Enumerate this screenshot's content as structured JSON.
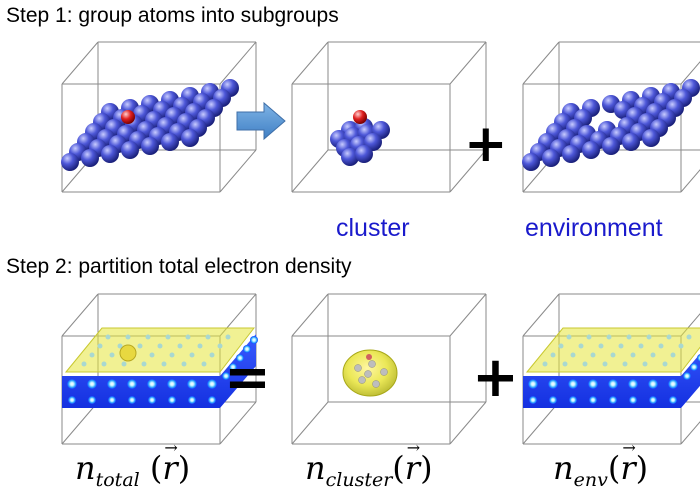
{
  "step1": {
    "title": "Step 1: group atoms into subgroups"
  },
  "step2": {
    "title": "Step 2: partition total electron density"
  },
  "labels": {
    "cluster": "cluster",
    "environment": "environment"
  },
  "operators": {
    "plus": "+",
    "equals": "="
  },
  "equations": {
    "total": {
      "symbol": "n",
      "subscript": "total",
      "argument": "r"
    },
    "cluster": {
      "symbol": "n",
      "subscript": "cluster",
      "argument": "r"
    },
    "env": {
      "symbol": "n",
      "subscript": "env",
      "argument": "r"
    }
  },
  "colors": {
    "atom_blue": "#3a45c8",
    "adsorbate_red": "#d61f1f",
    "arrow_fill": "#5b9bd5",
    "label_blue": "#1a1acc",
    "density_yellow": "#e6e63a",
    "density_blue": "#1a3cff",
    "box_line": "#8a8a8a"
  },
  "icons": {
    "arrow": "right-arrow-icon"
  }
}
